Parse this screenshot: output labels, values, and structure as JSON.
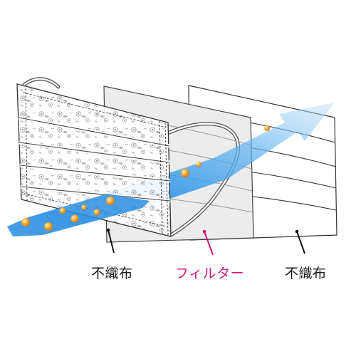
{
  "labels": {
    "outer_layer": "不織布",
    "middle_layer": "フィルター",
    "inner_layer": "不織布"
  },
  "colors": {
    "label_text": "#1a1a1a",
    "filter_accent": "#d6157c",
    "airflow": "#3aa0e8",
    "particle": "#f3a52a",
    "filter_sheet": "#ececec",
    "outline": "#444444"
  },
  "icons": {
    "airflow": "airflow-arrow-icon",
    "particle": "dust-particle-icon"
  }
}
